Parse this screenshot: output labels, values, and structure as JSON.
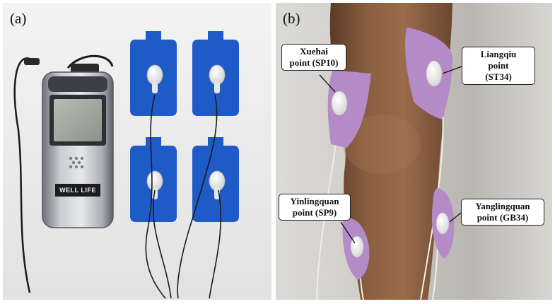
{
  "panels": {
    "a": {
      "letter": "(a)",
      "device_brand": "WELL LIFE",
      "electrode_color": "#1f5bc7"
    },
    "b": {
      "letter": "(b)",
      "electrode_color": "#b489c9",
      "labels": {
        "xuehai": {
          "line1": "Xuehai",
          "line2": "point (SP10)"
        },
        "liangqiu": {
          "line1": "Liangqiu",
          "line2": "point",
          "line3": "(ST34)"
        },
        "yinlingquan": {
          "line1": "Yinlingquan",
          "line2": "point (SP9)"
        },
        "yanglingquan": {
          "line1": "Yanglingquan",
          "line2": "point (GB34)"
        }
      }
    }
  }
}
